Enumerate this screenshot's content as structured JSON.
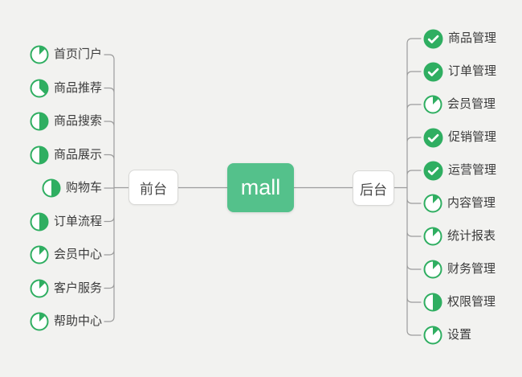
{
  "colors": {
    "background": "#f2f2f0",
    "node_green": "#54c18b",
    "icon_green": "#2fae61",
    "line": "#9c9c9c",
    "node_border": "#d8d8d6",
    "label_text": "#3b3b3b"
  },
  "root": {
    "label": "mall"
  },
  "left_group": {
    "label": "前台",
    "items": [
      {
        "label": "首页门户",
        "icon": "pie-progress-icon",
        "progress": 0.125
      },
      {
        "label": "商品推荐",
        "icon": "pie-progress-icon",
        "progress": 0.375
      },
      {
        "label": "商品搜索",
        "icon": "pie-progress-icon",
        "progress": 0.5
      },
      {
        "label": "商品展示",
        "icon": "pie-progress-icon",
        "progress": 0.5
      },
      {
        "label": "购物车",
        "icon": "pie-progress-icon",
        "progress": 0.5
      },
      {
        "label": "订单流程",
        "icon": "pie-progress-icon",
        "progress": 0.5
      },
      {
        "label": "会员中心",
        "icon": "pie-progress-icon",
        "progress": 0.125
      },
      {
        "label": "客户服务",
        "icon": "pie-progress-icon",
        "progress": 0.125
      },
      {
        "label": "帮助中心",
        "icon": "pie-progress-icon",
        "progress": 0.125
      }
    ]
  },
  "right_group": {
    "label": "后台",
    "items": [
      {
        "label": "商品管理",
        "icon": "check-circle-icon",
        "progress": 1
      },
      {
        "label": "订单管理",
        "icon": "check-circle-icon",
        "progress": 1
      },
      {
        "label": "会员管理",
        "icon": "pie-progress-icon",
        "progress": 0.125
      },
      {
        "label": "促销管理",
        "icon": "check-circle-icon",
        "progress": 1
      },
      {
        "label": "运营管理",
        "icon": "check-circle-icon",
        "progress": 1
      },
      {
        "label": "内容管理",
        "icon": "pie-progress-icon",
        "progress": 0.125
      },
      {
        "label": "统计报表",
        "icon": "pie-progress-icon",
        "progress": 0.125
      },
      {
        "label": "财务管理",
        "icon": "pie-progress-icon",
        "progress": 0.125
      },
      {
        "label": "权限管理",
        "icon": "pie-progress-icon",
        "progress": 0.5
      },
      {
        "label": "设置",
        "icon": "pie-progress-icon",
        "progress": 0.125
      }
    ]
  }
}
